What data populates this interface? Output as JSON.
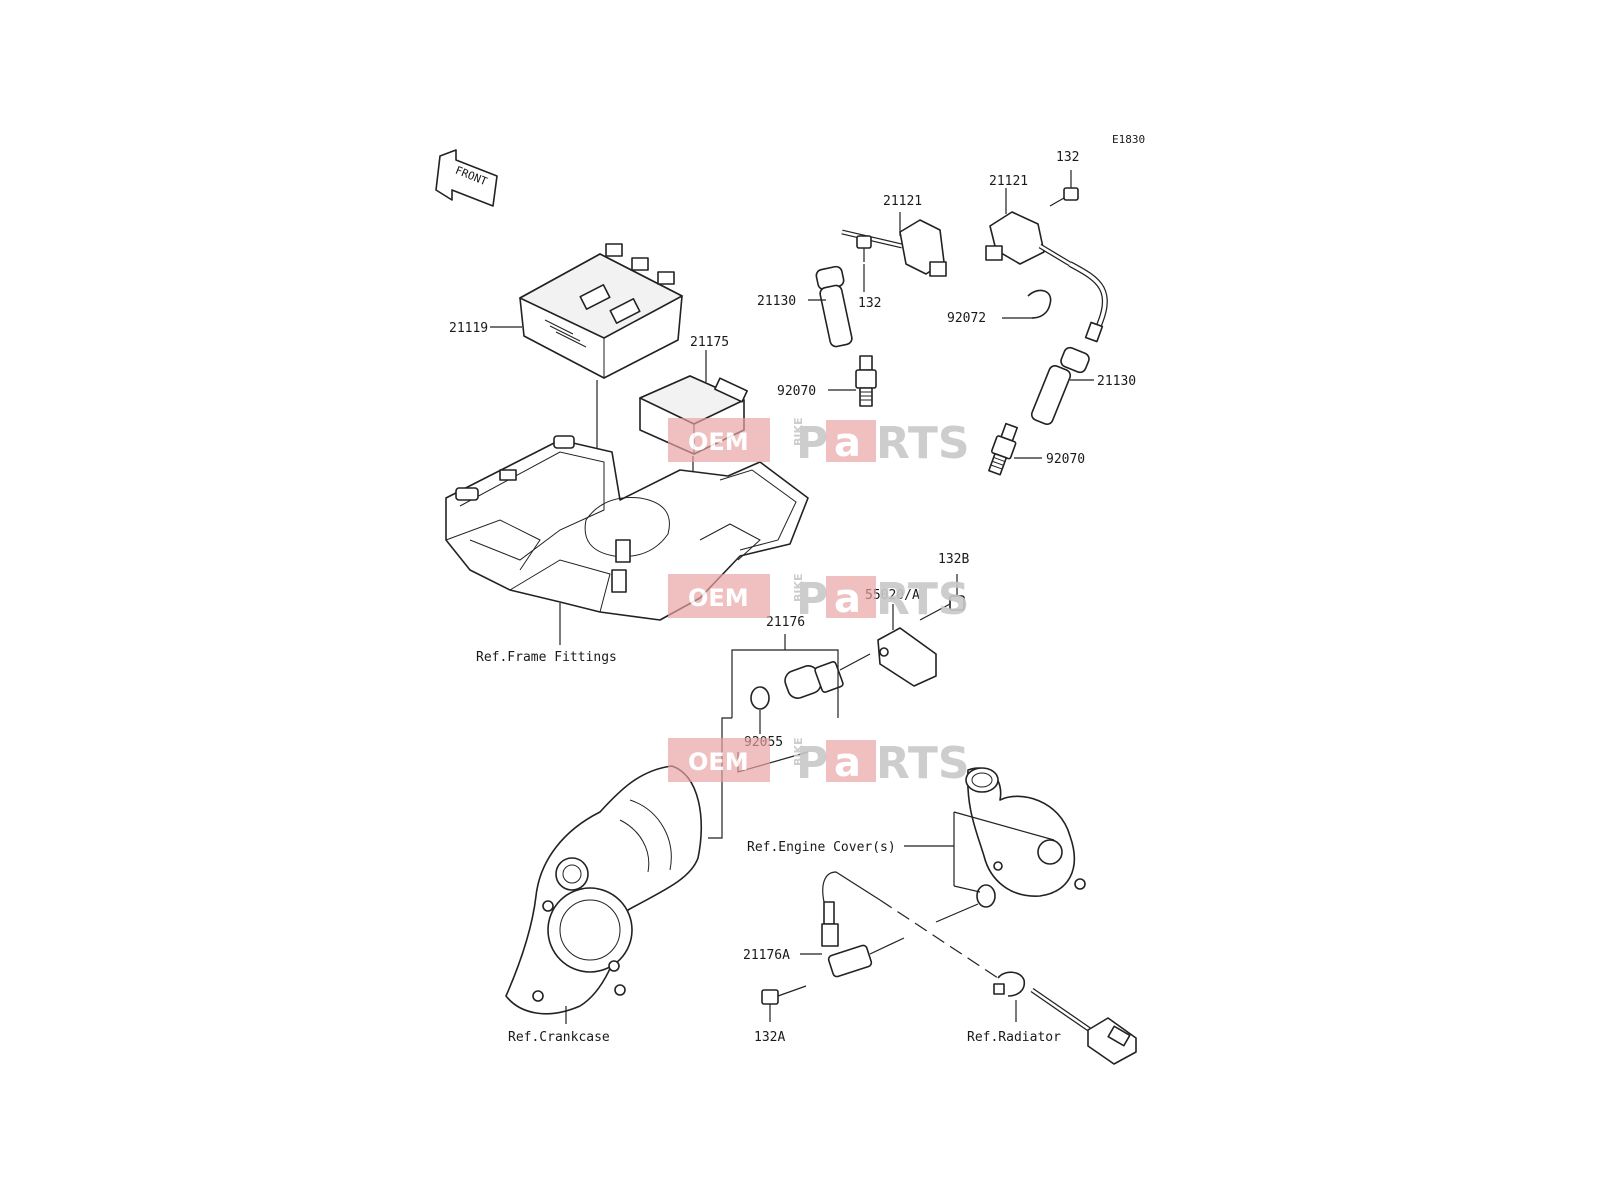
{
  "diagram_code": "E1830",
  "front_label": "FRONT",
  "parts": {
    "p21119": "21119",
    "p21175": "21175",
    "p21121_left": "21121",
    "p21121_right": "21121",
    "p132_top": "132",
    "p132_mid": "132",
    "p21130_left": "21130",
    "p21130_right": "21130",
    "p92072": "92072",
    "p92070_left": "92070",
    "p92070_right": "92070",
    "p132B": "132B",
    "p55020A": "55020/A",
    "p21176": "21176",
    "p92055": "92055",
    "p21176A": "21176A",
    "p132A": "132A"
  },
  "refs": {
    "frame": "Ref.Frame Fittings",
    "crankcase": "Ref.Crankcase",
    "engine_cover": "Ref.Engine Cover(s)",
    "radiator": "Ref.Radiator"
  },
  "watermark": {
    "oem": "OEM",
    "bike": "BIKE",
    "parts_p": "P",
    "parts_a": "a",
    "parts_rts": "RTS"
  },
  "colors": {
    "watermark_red": "#e9a3a3",
    "watermark_gray": "#c8c8c8",
    "line": "#222222"
  }
}
